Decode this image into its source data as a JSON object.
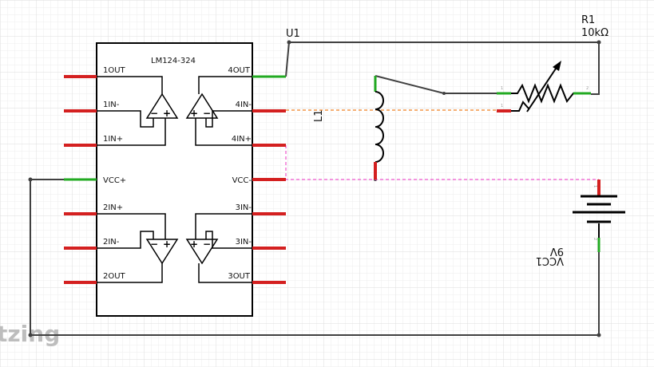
{
  "ic": {
    "part_name": "LM124-324",
    "ref": "U1",
    "pins": {
      "out1": "1OUT",
      "in1_neg": "1IN-",
      "in1_pos": "1IN+",
      "vcc_pos": "VCC+",
      "in2_pos": "2IN+",
      "in2_neg": "2IN-",
      "out2": "2OUT",
      "out4": "4OUT",
      "in4_neg": "4IN-",
      "in4_pos": "4IN+",
      "vcc_neg": "VCC-",
      "in3_pos": "3IN-",
      "in3_neg": "3IN-",
      "out3": "3OUT"
    }
  },
  "pot": {
    "ref": "R1",
    "value": "10kΩ",
    "pin1": "1",
    "pin2": "2",
    "pin1b": "1"
  },
  "inductor": {
    "ref": "L1"
  },
  "battery": {
    "ref": "VCC1",
    "value": "9V",
    "pin1": "1",
    "pin2": "2"
  },
  "watermark": "tzing",
  "colors": {
    "grid": "#e6e6e6",
    "wire": "#404040",
    "pin_unconnected": "#d42020",
    "pin_connected": "#22aa22",
    "wire_orange": "#f08020",
    "wire_pink": "#ee55cc"
  }
}
